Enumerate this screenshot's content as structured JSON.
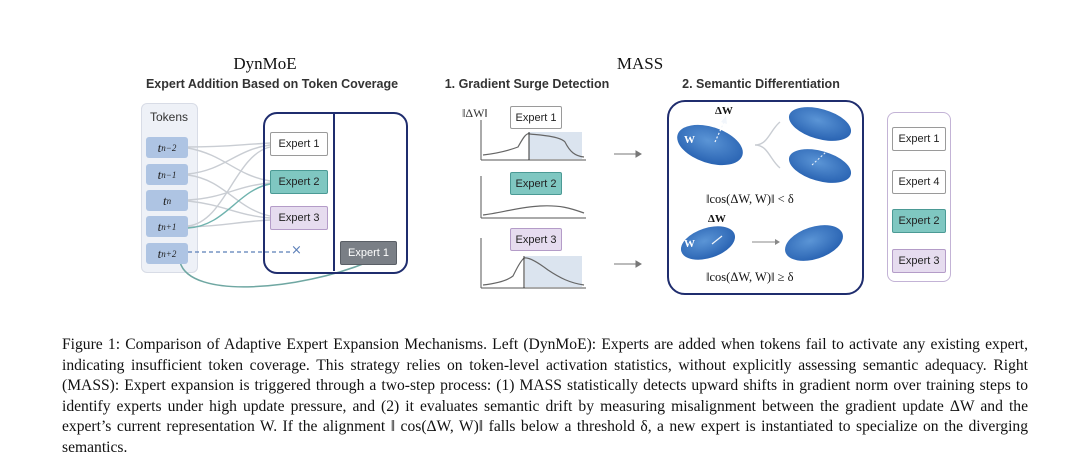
{
  "left": {
    "title": "DynMoE",
    "subtitle": "Expert Addition Based on Token Coverage",
    "tokens_label": "Tokens",
    "tokens": [
      {
        "base": "t",
        "sub": "n−2"
      },
      {
        "base": "t",
        "sub": "n−1"
      },
      {
        "base": "t",
        "sub": "n"
      },
      {
        "base": "t",
        "sub": "n+1"
      },
      {
        "base": "t",
        "sub": "n+2"
      }
    ],
    "experts": [
      "Expert 1",
      "Expert 2",
      "Expert 3"
    ],
    "new_expert": "Expert 1",
    "reject_mark": "×"
  },
  "right": {
    "title": "MASS",
    "step1_title": "1. Gradient Surge Detection",
    "step2_title": "2. Semantic Differentiation",
    "y_axis_label": "‖ΔW‖",
    "step1_experts": [
      "Expert 1",
      "Expert 2",
      "Expert 3"
    ],
    "delta_w_label": "ΔW",
    "w_label": "W",
    "cond_lt": "‖cos(ΔW, W)‖ < δ",
    "cond_ge": "‖cos(ΔW, W)‖ ≥ δ",
    "final_experts": [
      "Expert 1",
      "Expert 4",
      "Expert 2",
      "Expert 3"
    ]
  },
  "caption": "Figure 1: Comparison of Adaptive Expert Expansion Mechanisms. Left (DynMoE): Experts are added when tokens fail to activate any existing expert, indicating insufficient token coverage. This strategy relies on token-level activation statistics, without explicitly assessing semantic adequacy. Right (MASS): Expert expansion is triggered through a two-step process: (1) MASS statistically detects upward shifts in gradient norm over training steps to identify experts under high update pressure, and (2) it evaluates semantic drift by measuring misalignment between the gradient update ΔW and the expert’s current representation W. If the alignment ‖ cos(ΔW, W)‖ falls below a threshold δ, a new expert is instantiated to specialize on the diverging semantics.",
  "colors": {
    "navy": "#1f2d6e",
    "token": "#aec4e3",
    "teal": "#7fc7c1",
    "lavender": "#e6dcef",
    "gray_expert": "#7a7f86",
    "ellipse": "#3a78c4"
  }
}
